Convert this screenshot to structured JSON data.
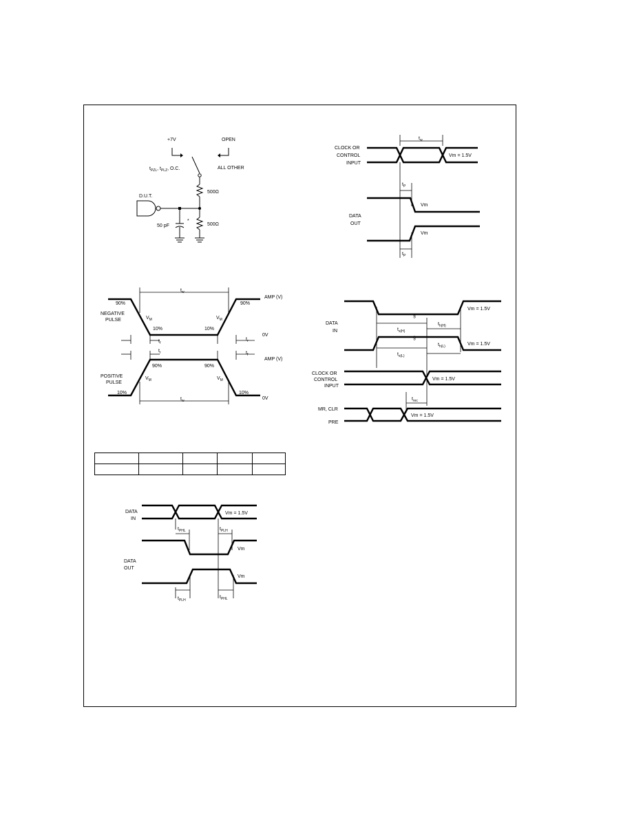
{
  "test_circuit": {
    "supply_label": "+7V",
    "open_label": "OPEN",
    "enable_label": "t",
    "enable_sub": "PZL",
    "enable_label2": ", t",
    "enable_sub2": "PLZ",
    "enable_label3": ", O.C.",
    "all_other_label": "ALL OTHER",
    "dut_label": "D.U.T.",
    "r1_label": "500Ω",
    "r2_label": "500Ω",
    "cap_label": "50 pF",
    "star": "*"
  },
  "clock_pulse_width": {
    "clock_label_1": "CLOCK OR",
    "clock_label_2": "CONTROL",
    "clock_label_3": "INPUT",
    "tw_label": "t",
    "tw_sub": "w",
    "vm_label": "Vm = 1.5V",
    "data_out_1": "DATA",
    "data_out_2": "OUT",
    "vm_small_1": "Vm",
    "vm_small_2": "Vm",
    "tp_top": "t",
    "tp_top_sub": "P",
    "tp_bot": "t",
    "tp_bot_sub": "P"
  },
  "pulse_waveform": {
    "tw_label": "t",
    "tw_sub": "w",
    "neg_label_1": "NEGATIVE",
    "neg_label_2": "PULSE",
    "pos_label_1": "POSITIVE",
    "pos_label_2": "PULSE",
    "p90_1": "90%",
    "p90_2": "90%",
    "p90_3": "90%",
    "p90_4": "90%",
    "p10_1": "10%",
    "p10_2": "10%",
    "p10_3": "10%",
    "p10_4": "10%",
    "vm_1": "V",
    "vm_2": "V",
    "vm_3": "V",
    "vm_4": "V",
    "vm_sub": "M",
    "amp_1": "AMP (V)",
    "amp_2": "AMP (V)",
    "zero_1": "0V",
    "zero_2": "0V",
    "tf_1": "t",
    "tf_1_sub": "f",
    "tr_1": "t",
    "tr_1_sub": "r",
    "tr_2": "t",
    "tr_2_sub": "r",
    "tf_2": "t",
    "tf_2_sub": "f",
    "tw_bottom": "t",
    "tw_bottom_sub": "w"
  },
  "setup_hold": {
    "data_in_1": "DATA",
    "data_in_2": "IN",
    "vm_label_1": "Vm = 1.5V",
    "vm_label_2": "Vm = 1.5V",
    "vm_label_3": "Vm = 1.5V",
    "vm_label_4": "Vm = 1.5V",
    "ts_h": "t",
    "ts_h_sub": "s(H)",
    "ts_l": "t",
    "ts_l_sub": "s(L)",
    "th_h": "t",
    "th_h_sub": "h(H)",
    "th_l": "t",
    "th_l_sub": "h(L)",
    "clock_1": "CLOCK OR",
    "clock_2": "CONTROL",
    "clock_3": "INPUT",
    "trec": "t",
    "trec_sub": "rec",
    "mr_clr": "MR, CLR",
    "pre": "PRE"
  },
  "propagation": {
    "data_in_1": "DATA",
    "data_in_2": "IN",
    "vm_label": "Vm = 1.5V",
    "data_out_1": "DATA",
    "data_out_2": "OUT",
    "vm_small_1": "Vm",
    "vm_small_2": "Vm",
    "tphl_top": "t",
    "tphl_top_sub": "PHL",
    "tplh_top": "t",
    "tplh_top_sub": "PLH",
    "tplh_bot": "t",
    "tplh_bot_sub": "PLH",
    "tphl_bot": "t",
    "tphl_bot_sub": "PHL"
  }
}
